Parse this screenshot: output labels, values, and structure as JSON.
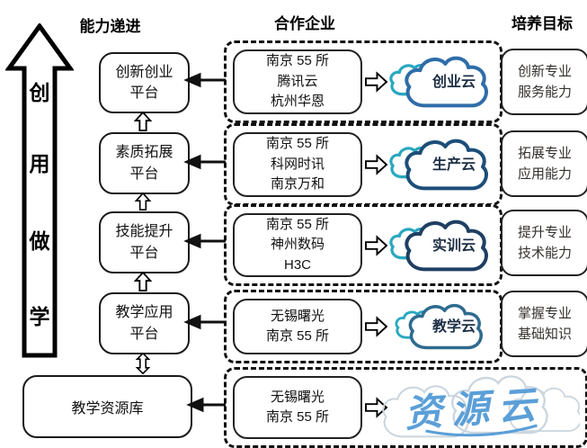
{
  "headers": {
    "ability": "能力递进",
    "partners": "合作企业",
    "goals": "培养目标"
  },
  "progression": {
    "chars": [
      "创",
      "用",
      "做",
      "学"
    ]
  },
  "rows": [
    {
      "platform": "创新创业\n平台",
      "partners": "南京 55 所\n腾讯云\n杭州华恩",
      "cloud": "创业云",
      "goal": "创新专业\n服务能力"
    },
    {
      "platform": "素质拓展\n平台",
      "partners": "南京 55 所\n科网时讯\n南京万和",
      "cloud": "生产云",
      "goal": "拓展专业\n应用能力"
    },
    {
      "platform": "技能提升\n平台",
      "partners": "南京 55 所\n神州数码\nH3C",
      "cloud": "实训云",
      "goal": "提升专业\n技术能力"
    },
    {
      "platform": "教学应用\n平台",
      "partners": "无锡曙光\n南京 55 所",
      "cloud": "教学云",
      "goal": "掌握专业\n基础知识"
    },
    {
      "platform": "教学资源库",
      "partners": "无锡曙光\n南京 55 所",
      "cloud": "资源云",
      "goal": ""
    }
  ],
  "colors": {
    "small_cloud": "#2aa8bf",
    "big_cloud_row1": "#2e6da8",
    "big_cloud_row2": "#1d4e79",
    "big_cloud_row3": "#1f3f63",
    "big_cloud_row4": "#2f6b8f",
    "watermark_text": "#5b9fd8",
    "watermark_cloud": "#ccd6de",
    "line_black": "#111111"
  }
}
